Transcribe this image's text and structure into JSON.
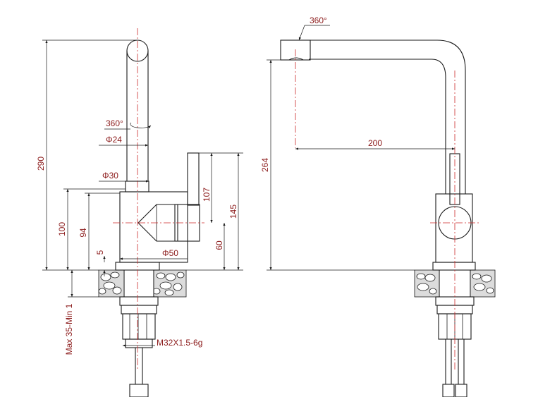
{
  "side_view": {
    "height_total": "290",
    "rotation": "360°",
    "spout_diameter": "Φ24",
    "base_diameter": "Φ30",
    "height_100": "100",
    "height_94": "94",
    "dim_5": "5",
    "body_diameter": "Φ50",
    "lever_height": "107",
    "lever_offset": "60",
    "body_height": "145",
    "deck_thickness": "Max 35-Min 1",
    "thread": "M32X1.5-6g"
  },
  "front_view": {
    "rotation": "360°",
    "reach": "200",
    "height": "264"
  }
}
